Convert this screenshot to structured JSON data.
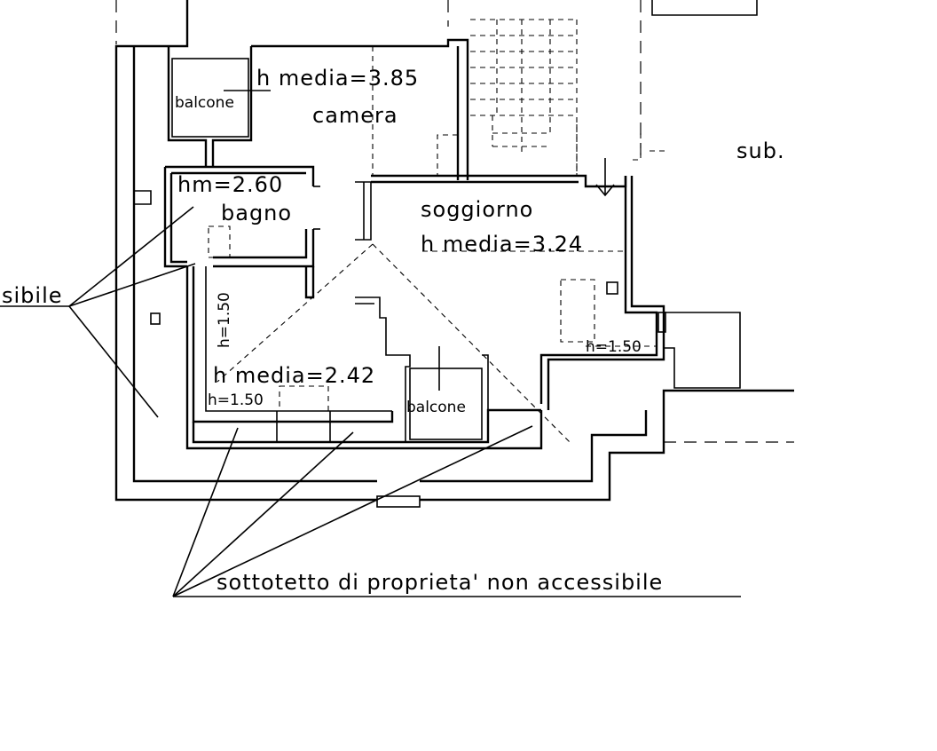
{
  "labels": {
    "camera_height": "h media=3.85",
    "camera": "camera",
    "balcone_top": "balcone",
    "bagno_height": "hm=2.60",
    "bagno": "bagno",
    "soggiorno": "soggiorno",
    "soggiorno_height": "h media=3.24",
    "h150_vertical": "h=1.50",
    "h150_right": "h=1.50",
    "h150_bottom": "h=1.50",
    "lower_height": "h media=2.42",
    "balcone_bottom": "balcone",
    "sub": "sub.",
    "left_note": "sibile",
    "attic_note": "sottotetto di proprieta' non accessibile"
  }
}
